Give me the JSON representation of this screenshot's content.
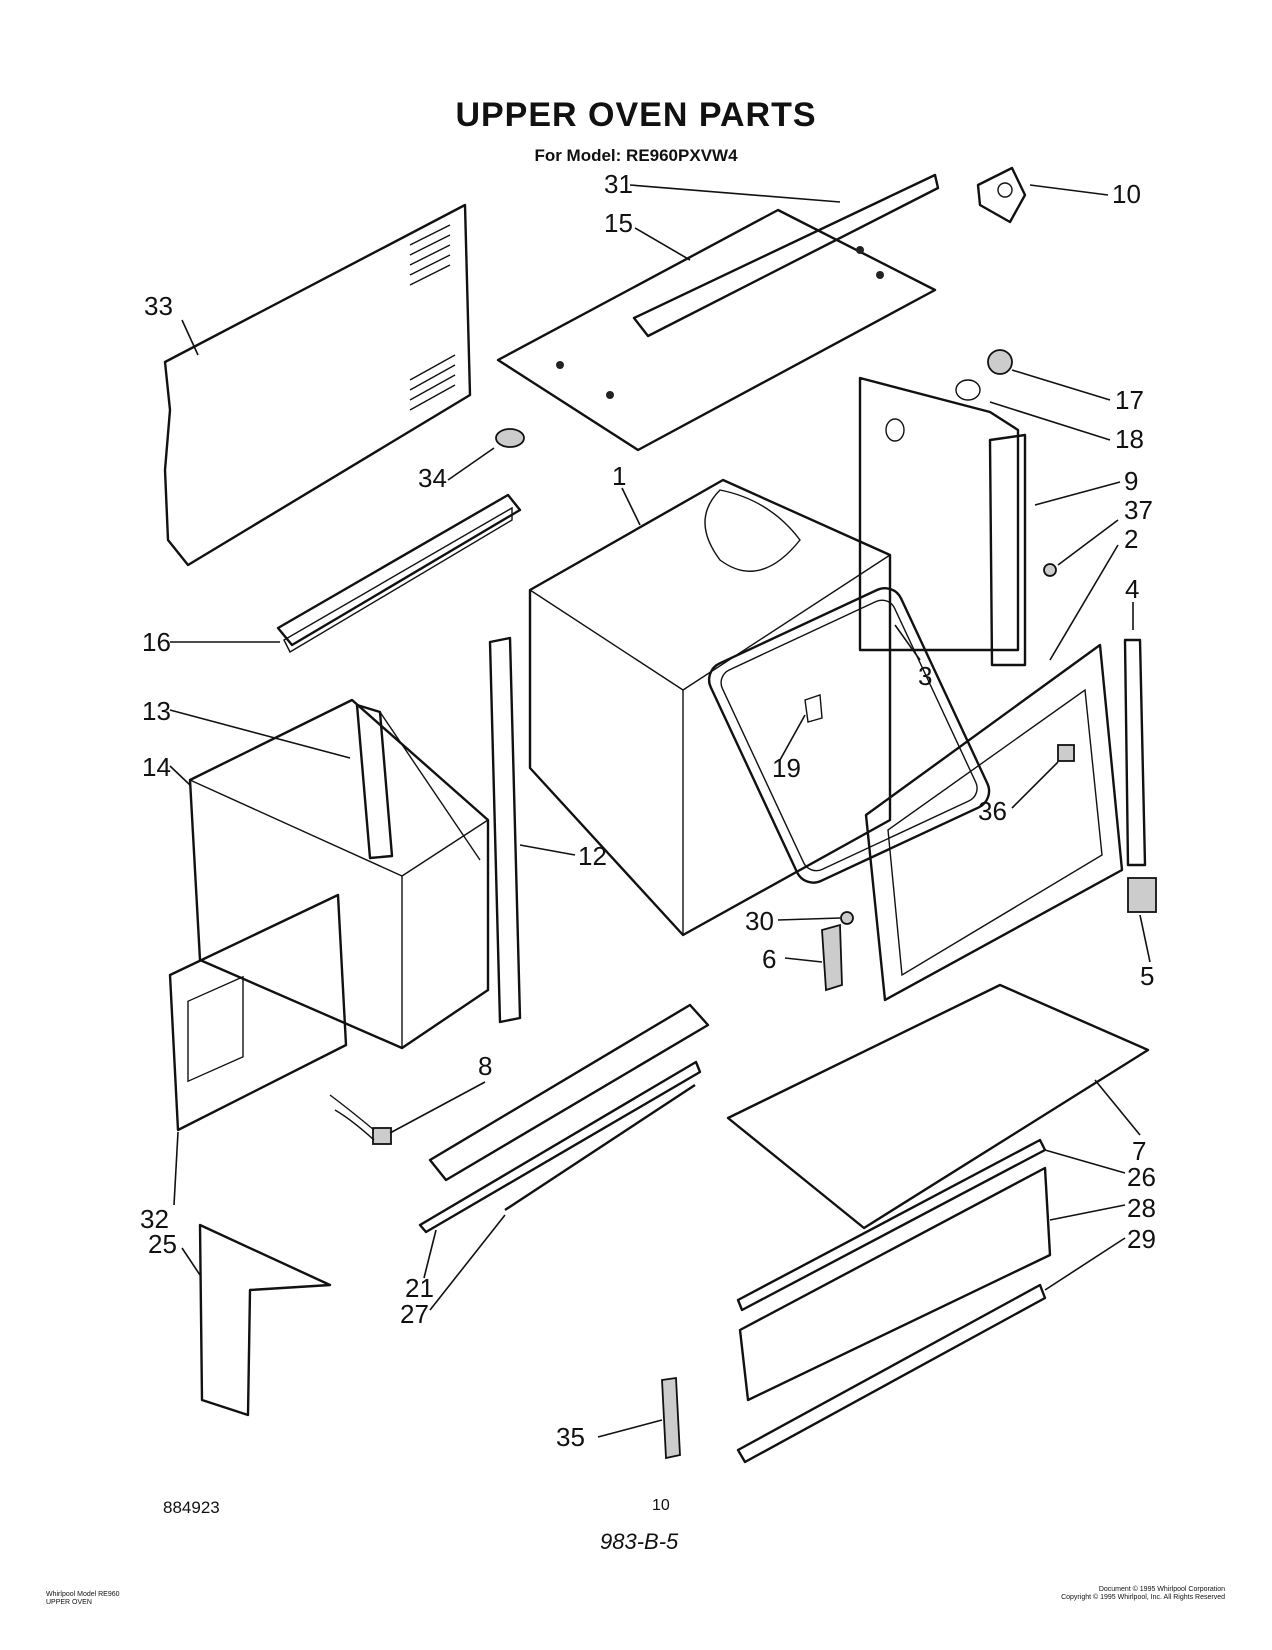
{
  "header": {
    "title": "UPPER OVEN PARTS",
    "model_line": "For Model: RE960PXVW4"
  },
  "callouts": [
    "31",
    "15",
    "10",
    "33",
    "17",
    "18",
    "34",
    "9",
    "1",
    "37",
    "2",
    "16",
    "4",
    "3",
    "13",
    "19",
    "14",
    "36",
    "12",
    "30",
    "5",
    "6",
    "8",
    "7",
    "26",
    "28",
    "32",
    "25",
    "29",
    "21",
    "27",
    "35"
  ],
  "footer": {
    "drawing_number": "884923",
    "page_number": "10",
    "handwritten_code": "983-B-5",
    "left_note_line1": "Whirlpool Model RE960",
    "left_note_line2": "UPPER OVEN",
    "right_note_line1": "Document ©    1995 Whirlpool Corporation",
    "right_note_line2": "Copyright © 1995 Whirlpool, Inc. All Rights Reserved"
  }
}
